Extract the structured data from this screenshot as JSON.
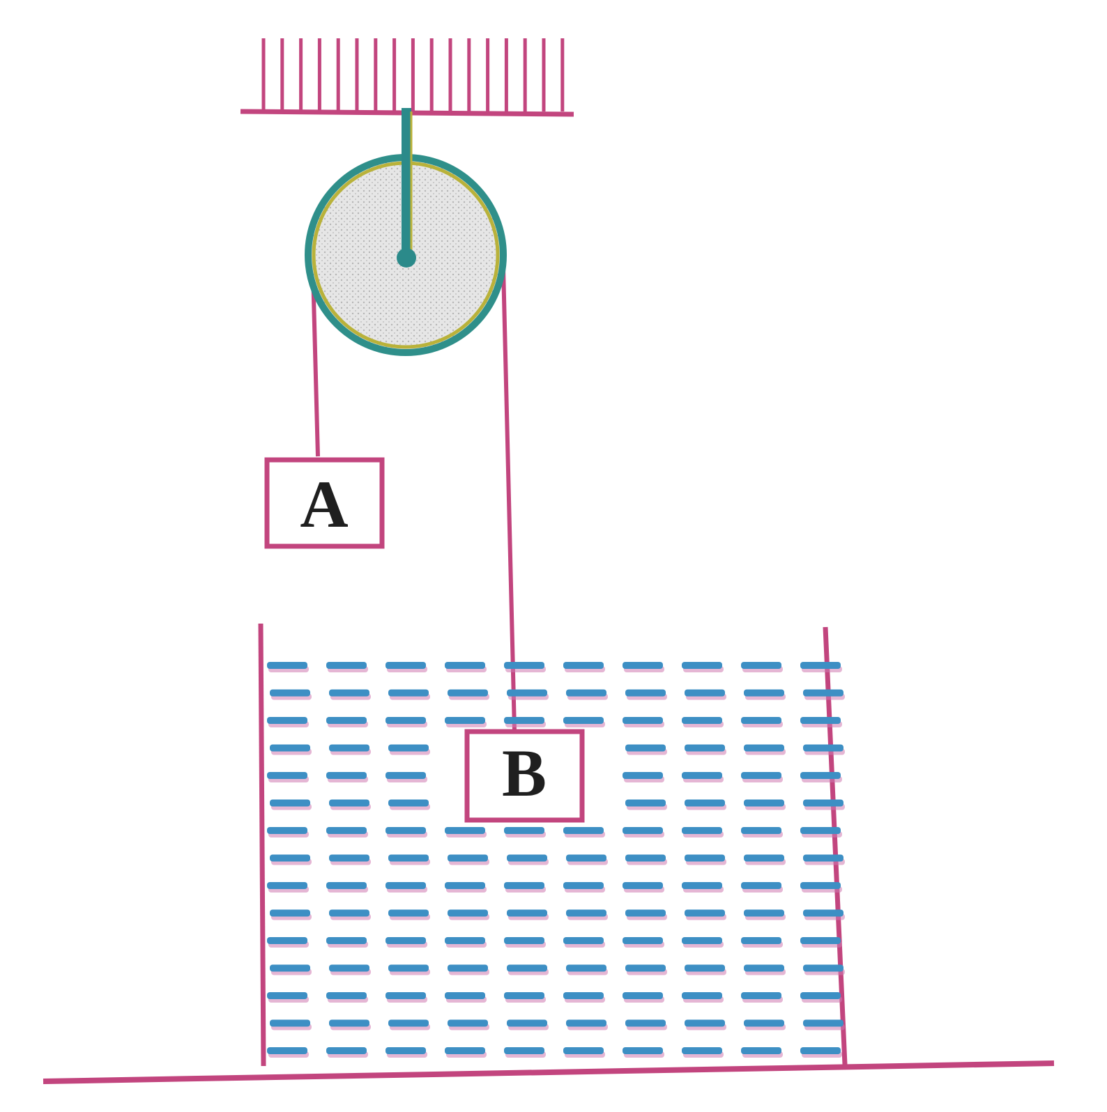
{
  "diagram": {
    "blocks": [
      {
        "id": "A",
        "label": "A"
      },
      {
        "id": "B",
        "label": "B"
      }
    ],
    "colors": {
      "line": "#c2457e",
      "pulley_rim_outer": "#2f8f8a",
      "pulley_rim_inner": "#b9b23a",
      "pulley_axle": "#2b8a8a",
      "pulley_fill": "#e4e4e4",
      "water_dash": "#3d8fc4",
      "water_dash_shadow": "#d07ab0",
      "label": "#1f1f1f"
    },
    "components": [
      "ceiling-support",
      "pulley",
      "string",
      "block-A",
      "block-B",
      "water-container",
      "floor"
    ]
  }
}
